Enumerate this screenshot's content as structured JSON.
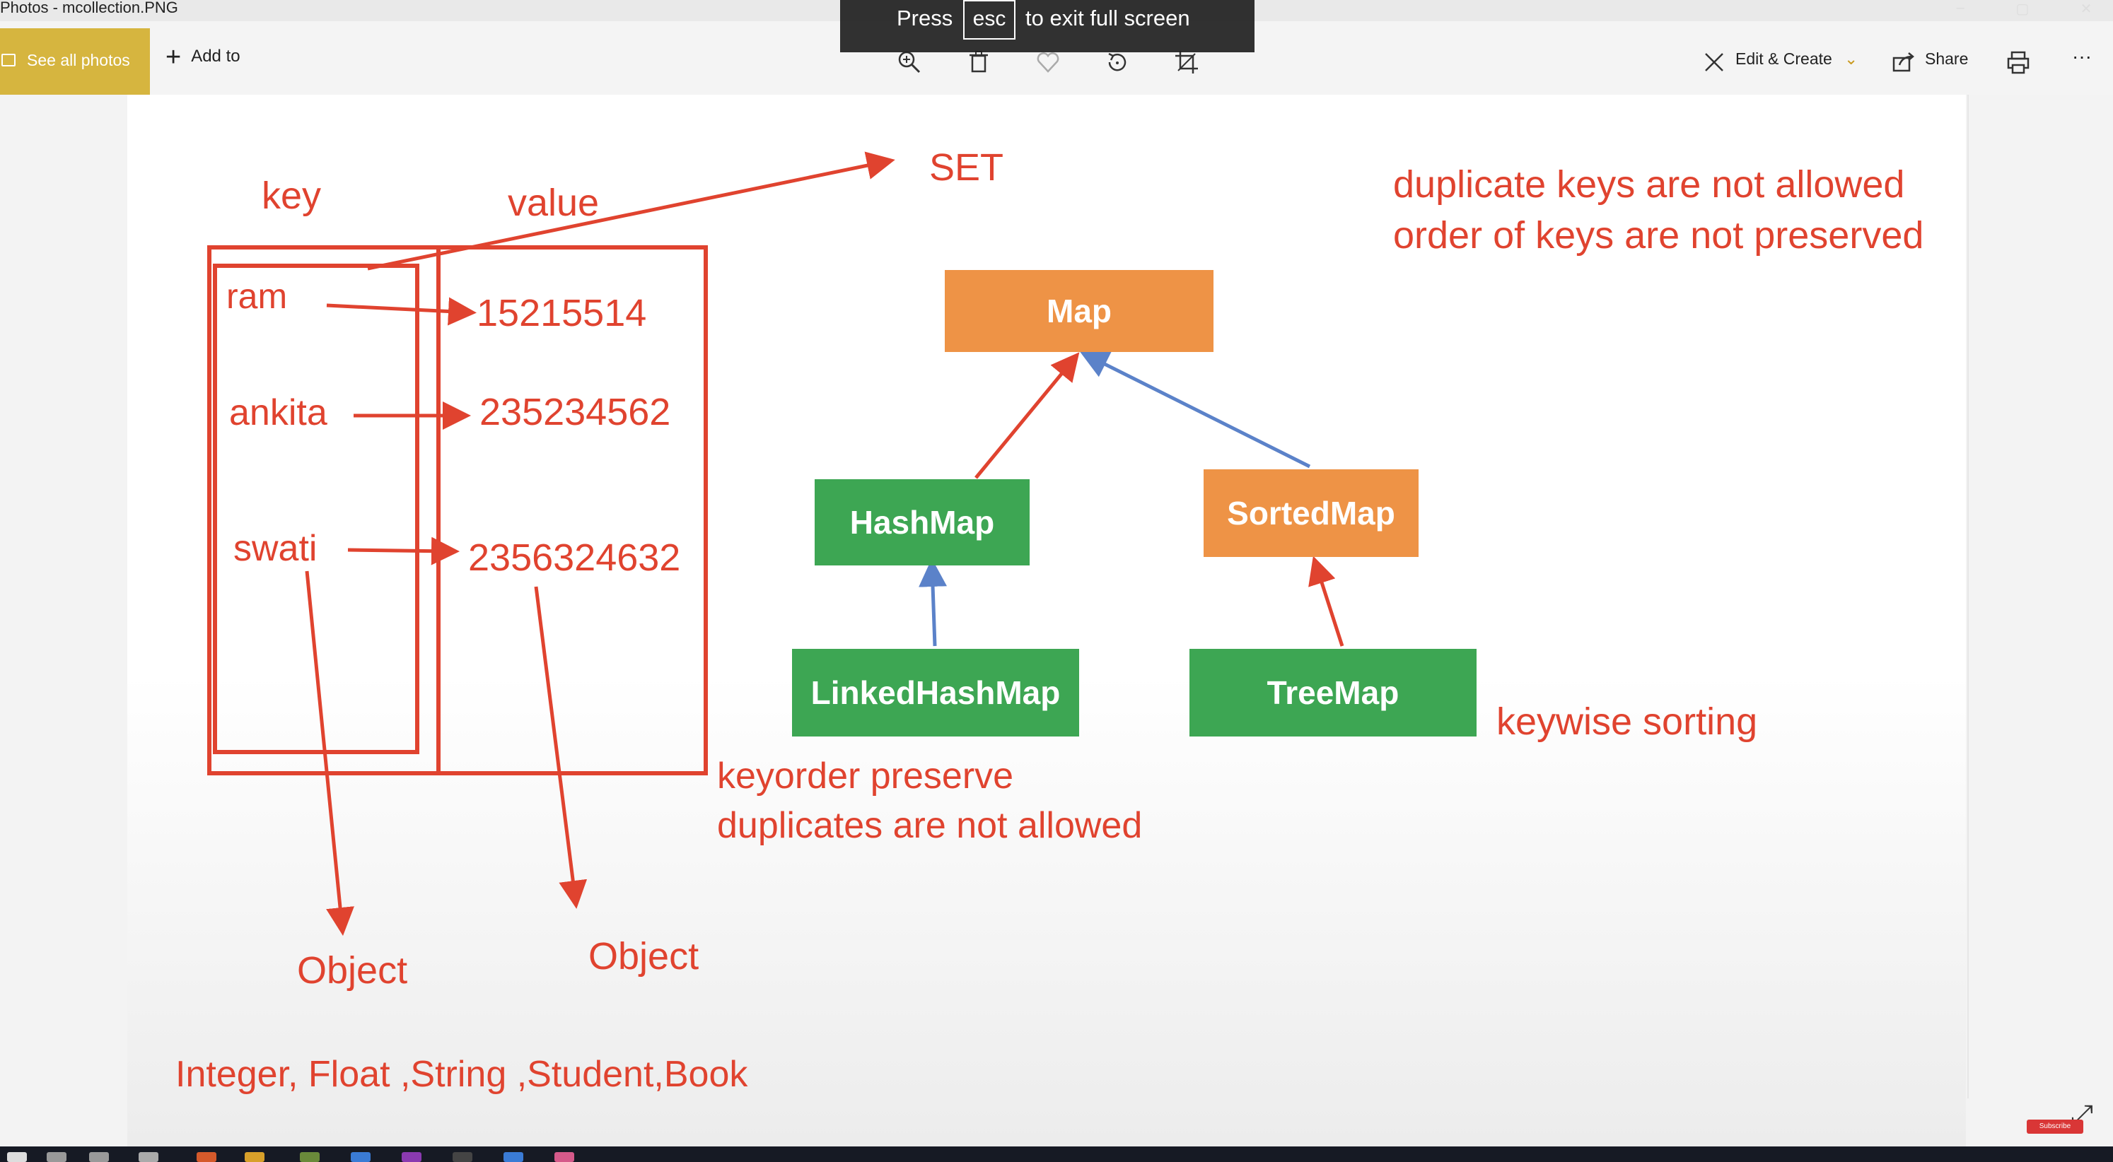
{
  "window": {
    "title": "Photos - mcollection.PNG"
  },
  "toolbar": {
    "see_all_label": "See all photos",
    "add_to_label": "Add to",
    "edit_create_label": "Edit & Create",
    "share_label": "Share",
    "more_label": "···"
  },
  "toast": {
    "press": "Press",
    "key": "esc",
    "rest": "to exit full screen"
  },
  "slide": {
    "key_label": "key",
    "value_label": "value",
    "set_label": "SET",
    "keys": [
      "ram",
      "ankita",
      "swati"
    ],
    "values": [
      "15215514",
      "235234562",
      "2356324632"
    ],
    "object_key": "Object",
    "object_value": "Object",
    "types_note": "Integer, Float ,String ,Student,Book",
    "map_notes": [
      "duplicate keys are not allowed",
      "order of keys are not preserved"
    ],
    "linked_notes": [
      "keyorder preserve",
      "duplicates are not allowed"
    ],
    "tree_note": "keywise sorting",
    "boxes": {
      "map": "Map",
      "hashmap": "HashMap",
      "sortedmap": "SortedMap",
      "linkedhashmap": "LinkedHashMap",
      "treemap": "TreeMap"
    },
    "colors": {
      "annotation": "#e0432f",
      "interface": "#ee9346",
      "class": "#3da653",
      "blue_arrow": "#5b82c9"
    }
  },
  "overlay": {
    "subscribe": "Subscribe"
  }
}
